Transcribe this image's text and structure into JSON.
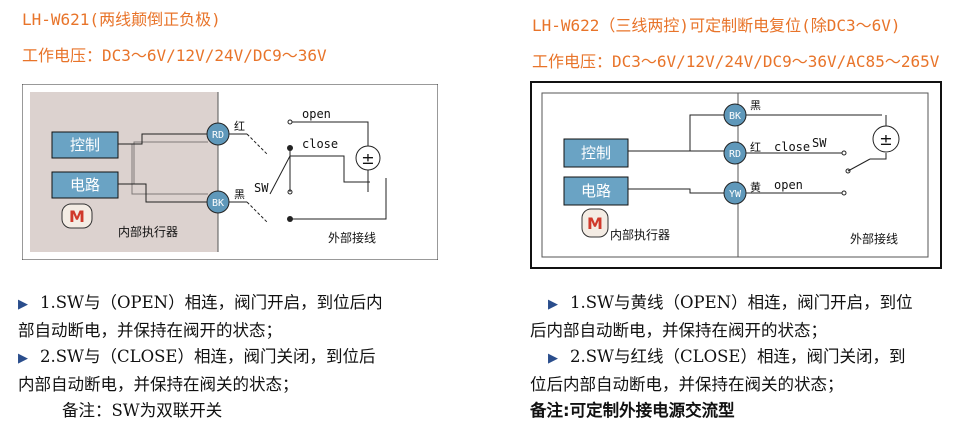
{
  "left": {
    "title": "LH-W621(两线颠倒正负极)",
    "voltage": "工作电压：DC3～6V/12V/24V/DC9～36V",
    "diagram": {
      "box_control": "控制",
      "box_circuit": "电路",
      "motor": "M",
      "internal": "内部执行器",
      "external": "外部接线",
      "terminal_rd": "RD",
      "terminal_bk": "BK",
      "wire_red": "红",
      "wire_black": "黑",
      "open": "open",
      "close": "close",
      "sw": "SW",
      "supply": "±"
    },
    "notes": [
      "1.SW与（OPEN）相连，阀门开启，到位后内",
      "部自动断电，并保持在阀开的状态；",
      "2.SW与（CLOSE）相连，阀门关闭，到位后",
      "内部自动断电，并保持在阀关的状态；",
      "备注：SW为双联开关"
    ]
  },
  "right": {
    "title": "LH-W622（三线两控)可定制断电复位(除DC3～6V)",
    "voltage": "工作电压：DC3～6V/12V/24V/DC9～36V/AC85～265V",
    "diagram": {
      "box_control": "控制",
      "box_circuit": "电路",
      "motor": "M",
      "internal": "内部执行器",
      "external": "外部接线",
      "terminal_bk": "BK",
      "terminal_rd": "RD",
      "terminal_yw": "YW",
      "wire_black": "黑",
      "wire_red": "红",
      "wire_yellow": "黄",
      "close": "close",
      "open": "open",
      "sw": "SW",
      "supply": "±"
    },
    "notes": [
      "1.SW与黄线（OPEN）相连，阀门开启，到位",
      "后内部自动断电，并保持在阀开的状态；",
      "2.SW与红线（CLOSE）相连，阀门关闭，到",
      "位后内部自动断电，并保持在阀关的状态；",
      "备注:可定制外接电源交流型"
    ]
  },
  "colors": {
    "title": "#e8742a",
    "box_fill": "#6aa3c4",
    "terminal_fill": "#5f98ba",
    "panel_left": "#dcd2cf",
    "panel_right": "#ffffff",
    "motor_text": "#d0392b",
    "bullet": "#2a4d8c"
  }
}
